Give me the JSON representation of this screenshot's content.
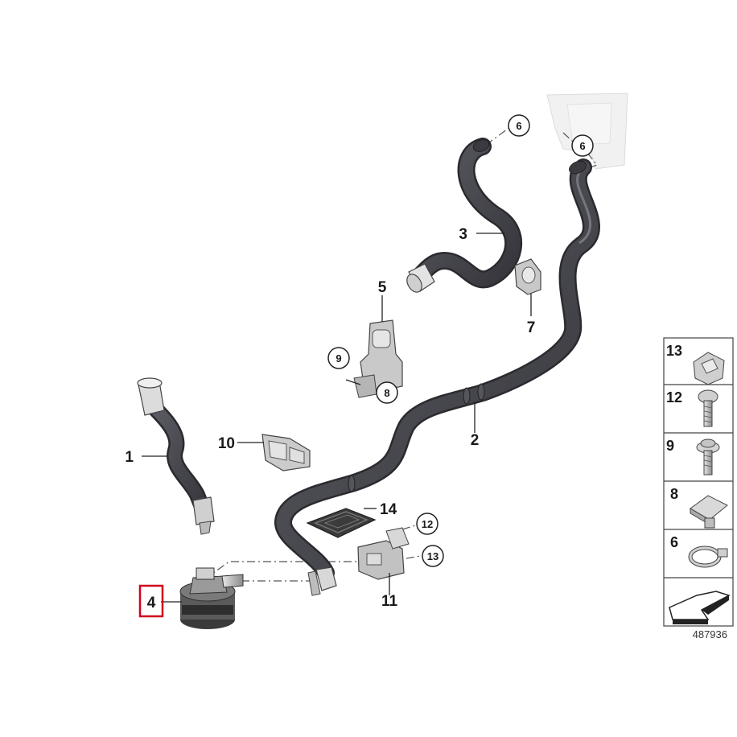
{
  "callouts": {
    "c1": "1",
    "c2": "2",
    "c3": "3",
    "c4": "4",
    "c5": "5",
    "c6a": "6",
    "c6b": "6",
    "c7": "7",
    "c8": "8",
    "c9": "9",
    "c10": "10",
    "c11": "11",
    "c12": "12",
    "c13": "13",
    "c14": "14"
  },
  "legend": {
    "items": [
      {
        "label": "13",
        "part": "clip nut"
      },
      {
        "label": "12",
        "part": "screw"
      },
      {
        "label": "9",
        "part": "washer screw"
      },
      {
        "label": "8",
        "part": "square nut"
      },
      {
        "label": "6",
        "part": "hose clamp"
      }
    ]
  },
  "highlight_color": "#d0021b",
  "hose_color": "#4a4a52",
  "reference_number": "487936"
}
